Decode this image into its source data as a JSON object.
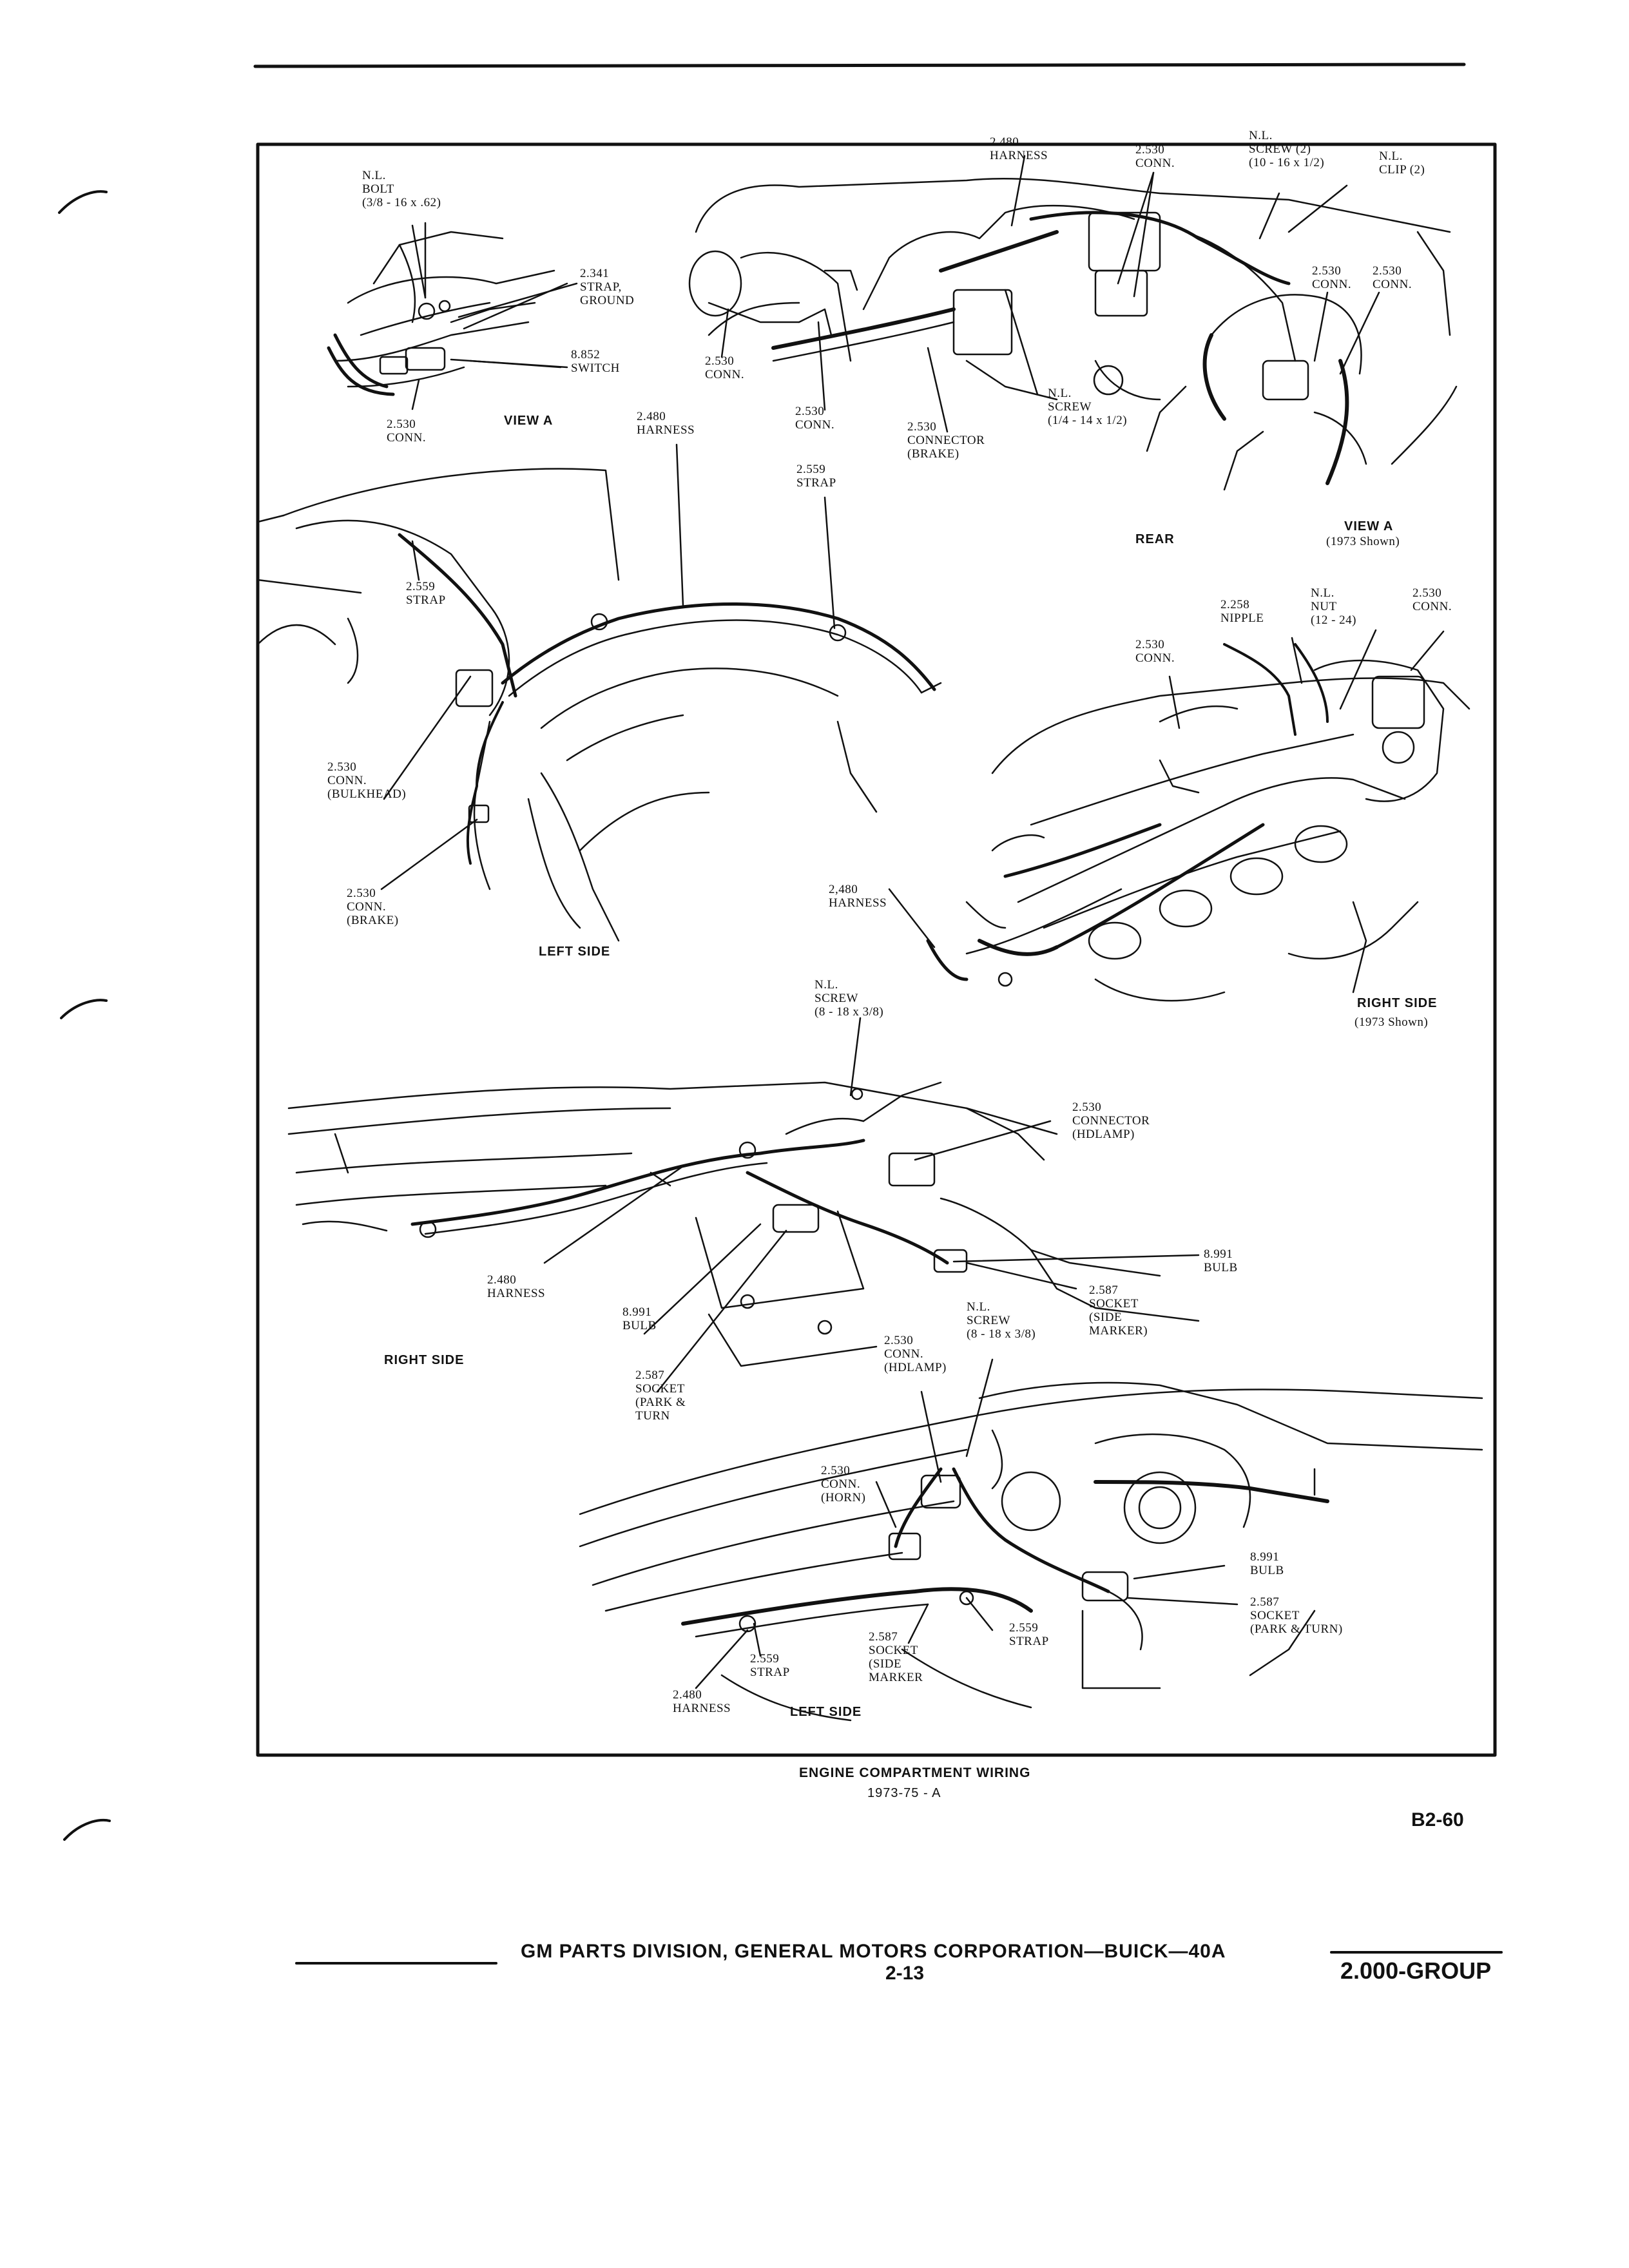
{
  "diagram": {
    "caption": "ENGINE COMPARTMENT WIRING",
    "subcaption": "1973-75 - A",
    "code": "B2-60",
    "views": {
      "view_a_left": "VIEW A",
      "rear": "REAR",
      "view_a_right": "VIEW A",
      "view_a_right_note": "(1973 Shown)",
      "left_side_top": "LEFT SIDE",
      "right_side_top": "RIGHT SIDE",
      "right_side_top_note": "(1973 Shown)",
      "right_side_bottom": "RIGHT SIDE",
      "left_side_bottom": "LEFT SIDE"
    },
    "callouts": [
      {
        "id": "c1",
        "lines": [
          "N.L.",
          "BOLT",
          "(3/8 - 16 x .62)"
        ]
      },
      {
        "id": "c2",
        "lines": [
          "2.341",
          "STRAP,",
          "GROUND"
        ]
      },
      {
        "id": "c3",
        "lines": [
          "8.852",
          "SWITCH"
        ]
      },
      {
        "id": "c4",
        "lines": [
          "2.530",
          "CONN."
        ]
      },
      {
        "id": "c5",
        "lines": [
          "2.480",
          "HARNESS"
        ]
      },
      {
        "id": "c6",
        "lines": [
          "2.530",
          "CONN."
        ]
      },
      {
        "id": "c7",
        "lines": [
          "N.L.",
          "SCREW (2)",
          "(10 - 16 x 1/2)"
        ]
      },
      {
        "id": "c8",
        "lines": [
          "N.L.",
          "CLIP (2)"
        ]
      },
      {
        "id": "c9",
        "lines": [
          "2.530",
          "CONN."
        ]
      },
      {
        "id": "c10",
        "lines": [
          "2.530",
          "CONN."
        ]
      },
      {
        "id": "c11",
        "lines": [
          "2.530",
          "CONN."
        ]
      },
      {
        "id": "c12",
        "lines": [
          "2.530",
          "CONN."
        ]
      },
      {
        "id": "c13",
        "lines": [
          "N.L.",
          "SCREW",
          "(1/4 - 14 x 1/2)"
        ]
      },
      {
        "id": "c14",
        "lines": [
          "2.530",
          "CONNECTOR",
          "(BRAKE)"
        ]
      },
      {
        "id": "c15",
        "lines": [
          "2.480",
          "HARNESS"
        ]
      },
      {
        "id": "c16",
        "lines": [
          "2.559",
          "STRAP"
        ]
      },
      {
        "id": "c17",
        "lines": [
          "2.559",
          "STRAP"
        ]
      },
      {
        "id": "c18",
        "lines": [
          "2.258",
          "NIPPLE"
        ]
      },
      {
        "id": "c19",
        "lines": [
          "N.L.",
          "NUT",
          "(12 - 24)"
        ]
      },
      {
        "id": "c20",
        "lines": [
          "2.530",
          "CONN."
        ]
      },
      {
        "id": "c21",
        "lines": [
          "2.530",
          "CONN."
        ]
      },
      {
        "id": "c22",
        "lines": [
          "2.530",
          "CONN.",
          "(BULKHEAD)"
        ]
      },
      {
        "id": "c23",
        "lines": [
          "2.530",
          "CONN.",
          "(BRAKE)"
        ]
      },
      {
        "id": "c24",
        "lines": [
          "2,480",
          "HARNESS"
        ]
      },
      {
        "id": "c25",
        "lines": [
          "N.L.",
          "SCREW",
          "(8 - 18 x 3/8)"
        ]
      },
      {
        "id": "c26",
        "lines": [
          "2.530",
          "CONNECTOR",
          "(HDLAMP)"
        ]
      },
      {
        "id": "c27",
        "lines": [
          "8.991",
          "BULB"
        ]
      },
      {
        "id": "c28",
        "lines": [
          "2.480",
          "HARNESS"
        ]
      },
      {
        "id": "c29",
        "lines": [
          "2.587",
          "SOCKET",
          "(SIDE",
          "MARKER)"
        ]
      },
      {
        "id": "c30",
        "lines": [
          "8.991",
          "BULB"
        ]
      },
      {
        "id": "c31",
        "lines": [
          "N.L.",
          "SCREW",
          "(8 - 18 x 3/8)"
        ]
      },
      {
        "id": "c32",
        "lines": [
          "2.530",
          "CONN.",
          "(HDLAMP)"
        ]
      },
      {
        "id": "c33",
        "lines": [
          "2.587",
          "SOCKET",
          "(PARK &",
          "TURN"
        ]
      },
      {
        "id": "c34",
        "lines": [
          "2.530",
          "CONN.",
          "(HORN)"
        ]
      },
      {
        "id": "c35",
        "lines": [
          "8.991",
          "BULB"
        ]
      },
      {
        "id": "c36",
        "lines": [
          "2.587",
          "SOCKET",
          "(PARK & TURN)"
        ]
      },
      {
        "id": "c37",
        "lines": [
          "2.559",
          "STRAP"
        ]
      },
      {
        "id": "c38",
        "lines": [
          "2.587",
          "SOCKET",
          "(SIDE",
          "MARKER"
        ]
      },
      {
        "id": "c39",
        "lines": [
          "2.559",
          "STRAP"
        ]
      },
      {
        "id": "c40",
        "lines": [
          "2.480",
          "HARNESS"
        ]
      }
    ]
  },
  "footer": {
    "division": "GM PARTS DIVISION, GENERAL MOTORS CORPORATION—BUICK—40A",
    "page": "2-13",
    "group": "2.000-GROUP"
  }
}
